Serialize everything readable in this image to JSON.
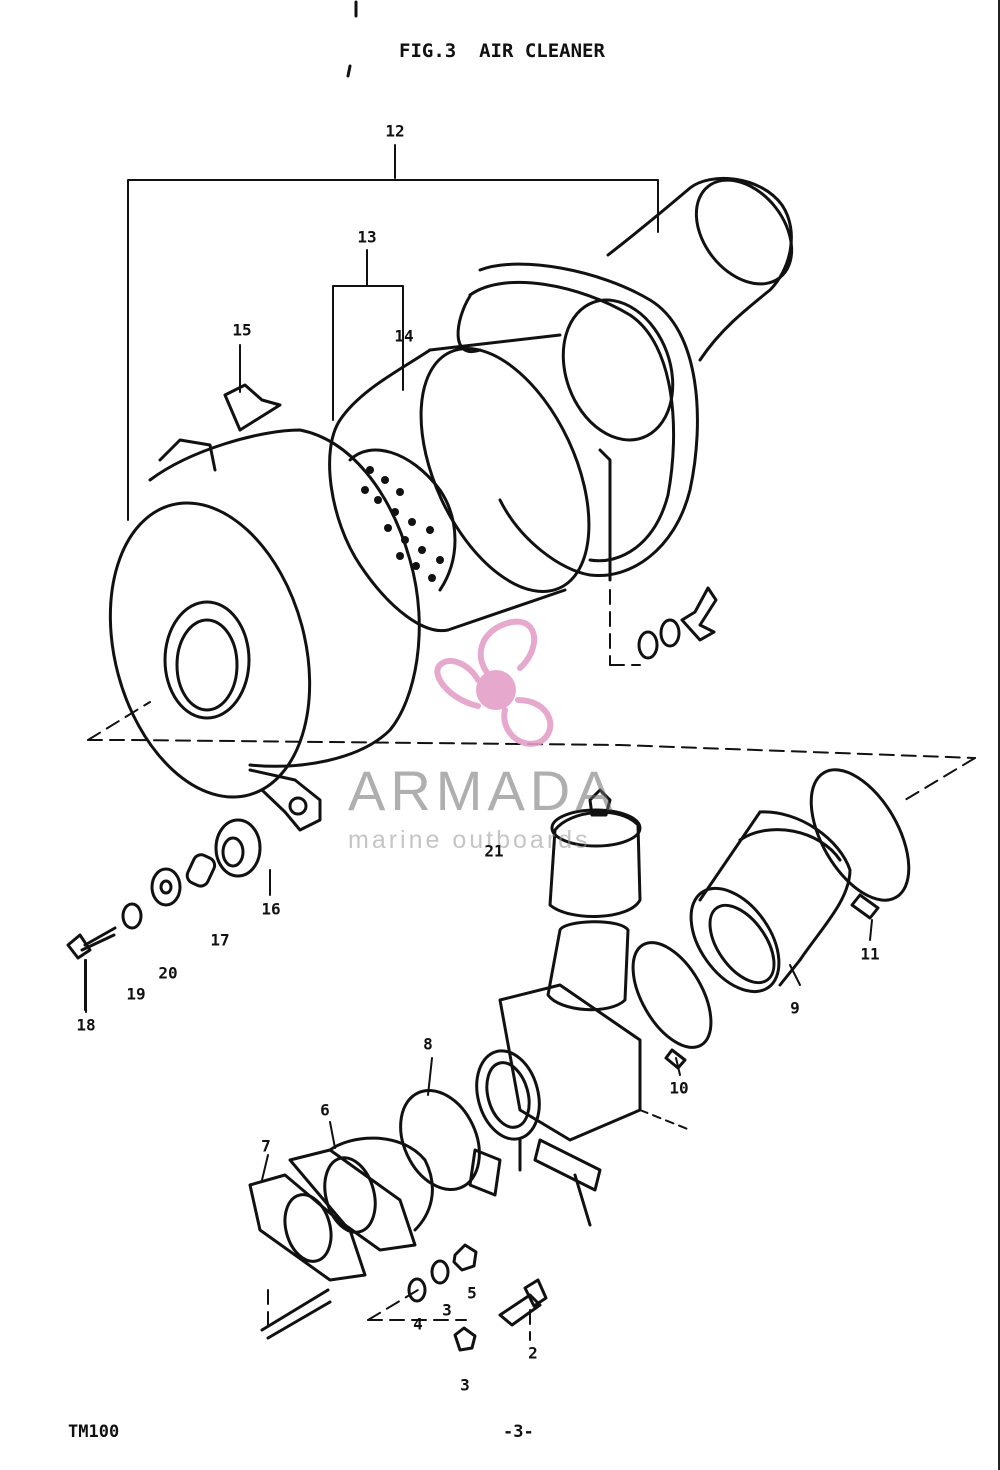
{
  "title": "FIG.3  AIR CLEANER",
  "footer": {
    "model": "TM100",
    "page": "-3-"
  },
  "watermark": {
    "brand": "ARMADA",
    "tagline": "marine outboards",
    "accent_color": "#e4a0c8",
    "text_color": "#888888"
  },
  "callouts": {
    "n12": "12",
    "n13": "13",
    "n14": "14",
    "n15": "15",
    "n16": "16",
    "n17": "17",
    "n18": "18",
    "n19": "19",
    "n20": "20",
    "n21": "21",
    "n11": "11",
    "n10": "10",
    "n9": "9",
    "n8": "8",
    "n7": "7",
    "n6": "6",
    "n5": "5",
    "n4": "4",
    "n3a": "3",
    "n3b": "3",
    "n2": "2"
  }
}
